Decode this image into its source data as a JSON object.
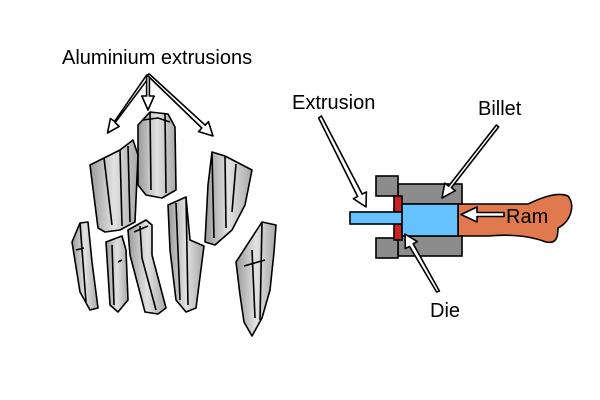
{
  "labels": {
    "aluminium_extrusions": "Aluminium extrusions",
    "extrusion": "Extrusion",
    "billet": "Billet",
    "ram": "Ram",
    "die": "Die"
  },
  "colors": {
    "profile_light": "#d6d6d6",
    "profile_mid": "#b5b5b5",
    "profile_dark": "#8e8e8e",
    "container": "#8c8c8c",
    "billet": "#66c2ff",
    "extrusion_bar": "#66c2ff",
    "die": "#cc2222",
    "ram": "#e07a4e",
    "arrow_fill": "#ffffff",
    "outline": "#000000"
  }
}
